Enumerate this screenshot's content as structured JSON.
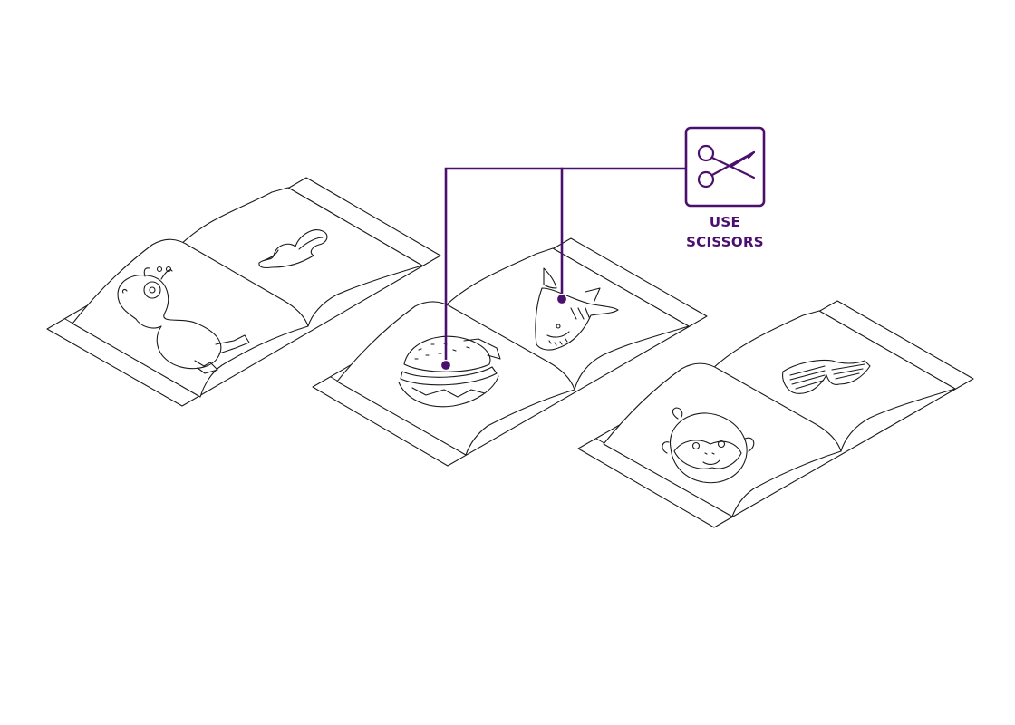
{
  "callout": {
    "label_line1": "USE",
    "label_line2": "SCISSORS",
    "icon": "scissors-icon",
    "color": "#4b0f6e"
  },
  "booklets": [
    {
      "name": "booklet-left",
      "left_page": "alien-outline",
      "right_page": "mustache-outline"
    },
    {
      "name": "booklet-middle",
      "left_page": "burger-outline",
      "right_page": "shark-outline"
    },
    {
      "name": "booklet-right",
      "left_page": "monkey-outline",
      "right_page": "shutter-shades-outline"
    }
  ]
}
